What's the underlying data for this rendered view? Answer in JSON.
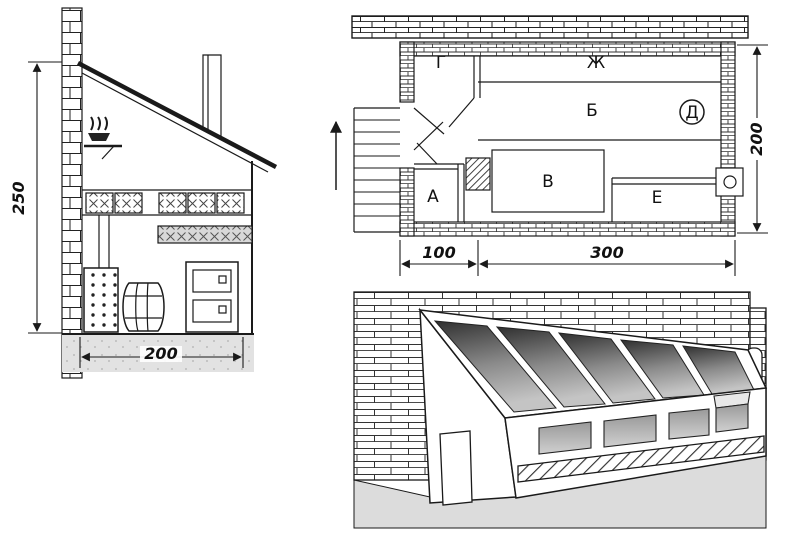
{
  "drawing": {
    "section": {
      "dim_height": "250",
      "dim_width": "200"
    },
    "plan": {
      "rooms": {
        "g": "Г",
        "zh": "Ж",
        "b": "Б",
        "d": "Д",
        "a": "А",
        "v": "В",
        "e": "Е"
      },
      "dim_depth": "200",
      "dim_entry_width": "100",
      "dim_main_width": "300"
    },
    "colors": {
      "line": "#1a1a1a",
      "ground": "#dcdcdc",
      "slab": "#d8d8d8",
      "glass_dark": "#2f2f2f",
      "glass_mid": "#8a8a8a",
      "glass_light": "#c4c4c4",
      "window_dark": "#9a9a9a",
      "window_light": "#d0d0d0"
    }
  }
}
